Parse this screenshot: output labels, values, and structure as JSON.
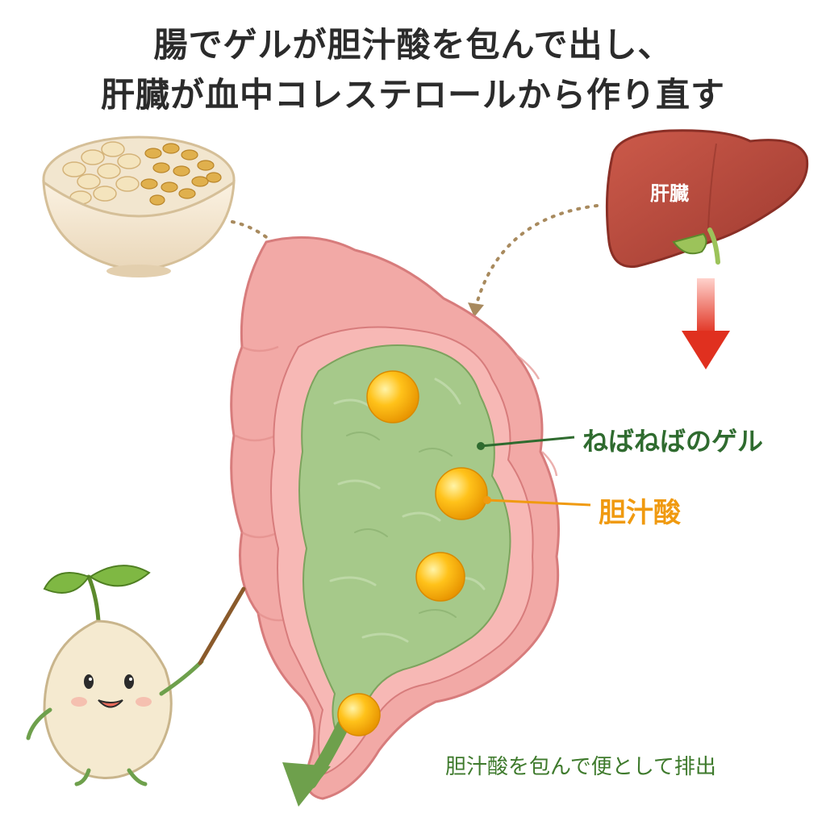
{
  "title": {
    "line1": "腸でゲルが胆汁酸を包んで出し、",
    "line2": "肝臓が血中コレステロールから作り直す"
  },
  "labels": {
    "liver": "肝臓",
    "gel": "ねばねばのゲル",
    "bile_acid": "胆汁酸",
    "excretion": "胆汁酸を包んで便として排出"
  },
  "colors": {
    "gel": "#2f6b2f",
    "bile_acid": "#f09a10",
    "excretion": "#3e7a2c",
    "arrow_red": "#e23b2e",
    "intestine": "#f2a9a6",
    "liver": "#b8473a"
  }
}
